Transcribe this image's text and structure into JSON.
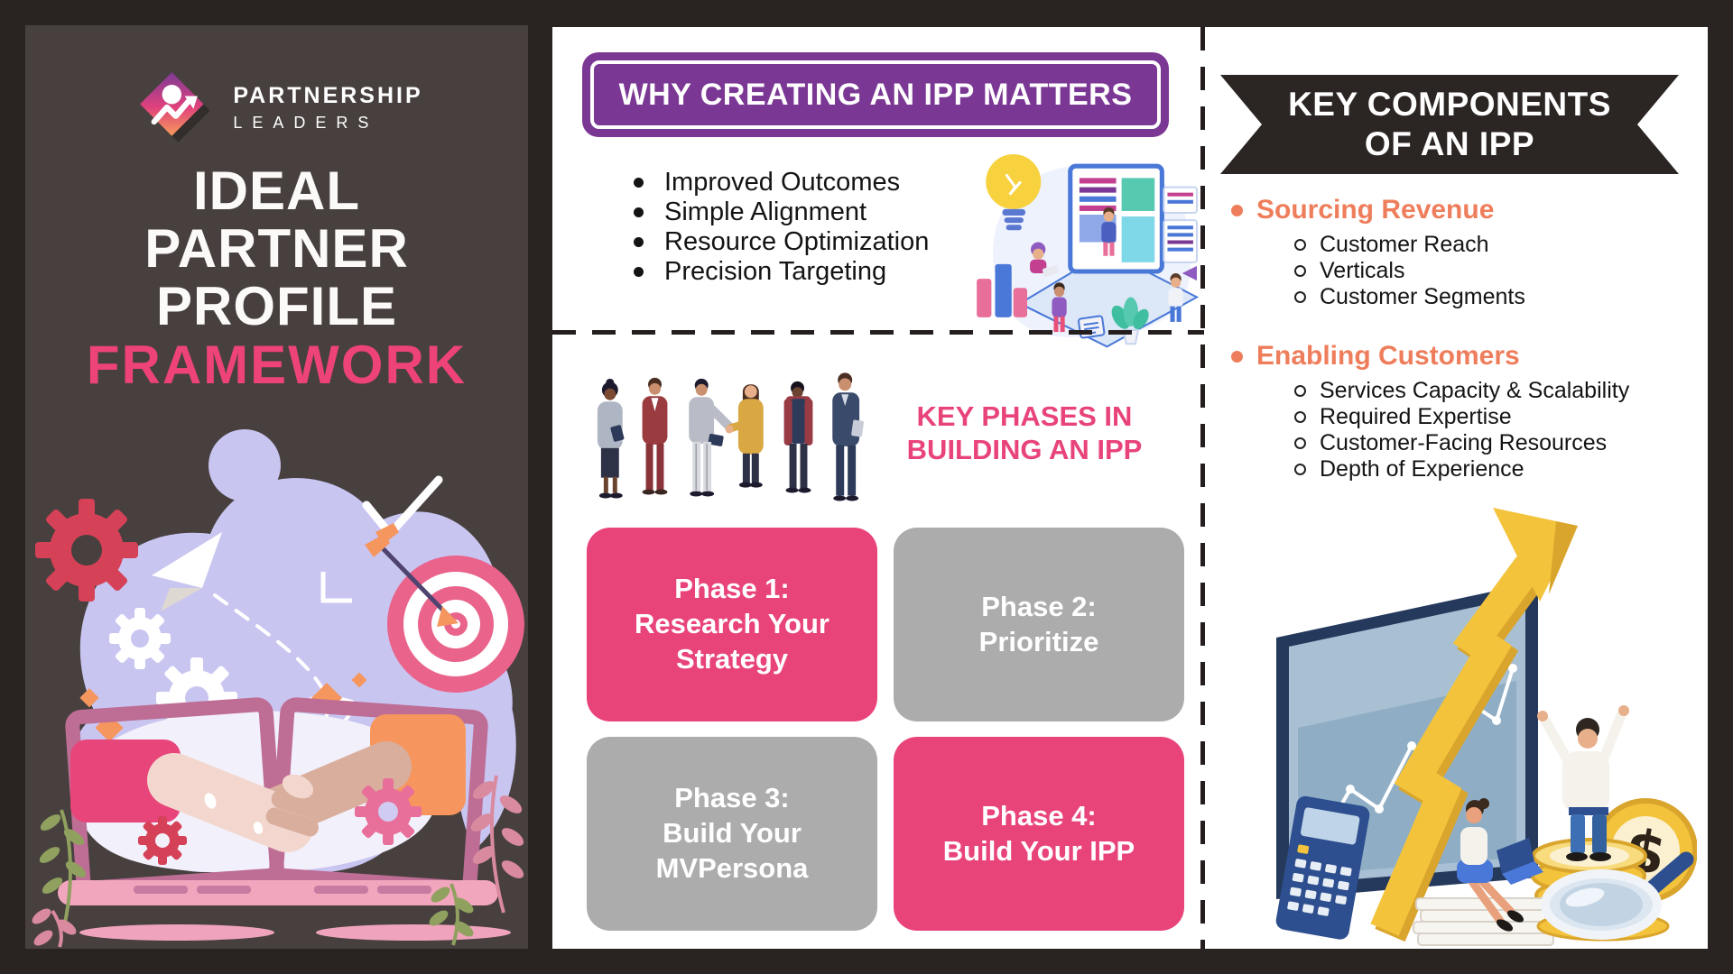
{
  "colors": {
    "background_frame": "#292322",
    "left_panel": "#47403E",
    "pink": "#E8447A",
    "purple": "#7B3794",
    "orange": "#EE7E5B",
    "gray_box": "#ACACAC",
    "banner_dark": "#2B2523",
    "lavender": "#C9C5F1",
    "gold": "#F3C33C"
  },
  "brand": {
    "line1": "PARTNERSHIP",
    "line2": "LEADERS"
  },
  "left_panel": {
    "title": "IDEAL\nPARTNER\nPROFILE",
    "title_accent": "FRAMEWORK"
  },
  "why_section": {
    "header": "WHY CREATING AN IPP MATTERS",
    "bullets": [
      "Improved Outcomes",
      "Simple Alignment",
      "Resource Optimization",
      "Precision Targeting"
    ]
  },
  "phases_section": {
    "heading": "KEY PHASES IN\nBUILDING AN IPP",
    "phases": [
      {
        "label": "Phase 1:\nResearch Your\nStrategy",
        "highlighted": true
      },
      {
        "label": "Phase 2:\nPrioritize",
        "highlighted": false
      },
      {
        "label": "Phase 3:\nBuild Your\nMVPersona",
        "highlighted": false
      },
      {
        "label": "Phase 4:\nBuild Your IPP",
        "highlighted": true
      }
    ]
  },
  "components_section": {
    "banner": "KEY COMPONENTS\nOF AN IPP",
    "groups": [
      {
        "label": "Sourcing Revenue",
        "items": [
          "Customer Reach",
          "Verticals",
          "Customer Segments"
        ]
      },
      {
        "label": "Enabling Customers",
        "items": [
          "Services Capacity & Scalability",
          "Required Expertise",
          "Customer-Facing Resources",
          "Depth of Experience"
        ]
      }
    ]
  }
}
